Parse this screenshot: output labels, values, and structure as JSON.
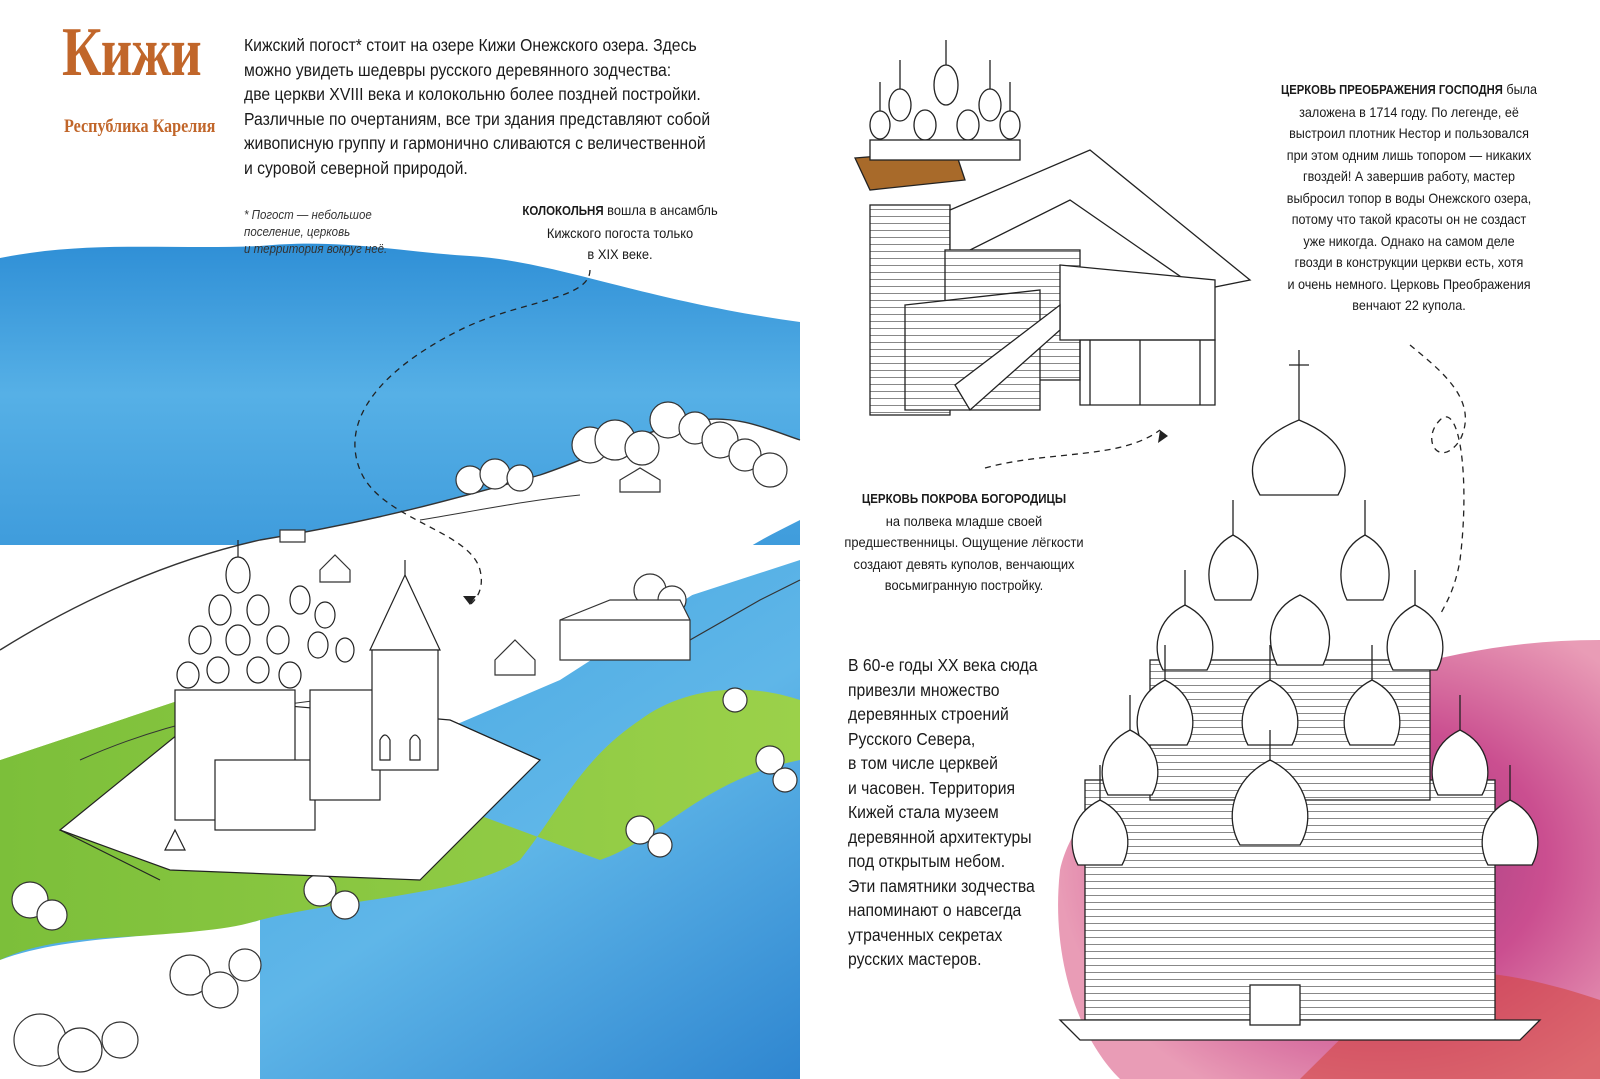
{
  "header": {
    "title": "Кижи",
    "subtitle": "Республика Карелия"
  },
  "intro": {
    "lines": [
      "Кижский погост* стоит на озере Кижи Онежского озера. Здесь",
      "можно увидеть шедевры русского деревянного зодчества:",
      "две церкви XVIII века и колокольню более поздней постройки.",
      "Различные по очертаниям, все три здания представляют собой",
      "живописную группу и гармонично сливаются с величественной",
      "и суровой северной природой."
    ]
  },
  "footnote": {
    "lines": [
      "* Погост — небольшое",
      "поселение, церковь",
      "и территория вокруг неё."
    ]
  },
  "bell_tower": {
    "heading": "КОЛОКОЛЬНЯ",
    "line1_rest": " вошла в ансамбль",
    "lines": [
      "Кижского погоста только",
      "в XIX веке."
    ]
  },
  "transfiguration": {
    "heading": "ЦЕРКОВЬ ПРЕОБРАЖЕНИЯ ГОСПОДНЯ",
    "line1_rest": " была",
    "lines": [
      "заложена в 1714 году. По легенде, её",
      "выстроил плотник Нестор и пользовался",
      "при этом одним лишь топором — никаких",
      "гвоздей! А завершив работу, мастер",
      "выбросил топор в воды Онежского озера,",
      "потому что такой красоты он не создаст",
      "уже никогда. Однако на самом деле",
      "гвозди в конструкции церкви есть, хотя",
      "и очень немного. Церковь Преображения",
      "венчают 22 купола."
    ]
  },
  "intercession": {
    "heading": "ЦЕРКОВЬ ПОКРОВА БОГОРОДИЦЫ",
    "lines": [
      "на полвека младше своей",
      "предшественницы. Ощущение лёгкости",
      "создают девять куполов, венчающих",
      "восьмигранную постройку."
    ]
  },
  "museum": {
    "lines": [
      "В 60-е годы XX века сюда",
      "привезли множество",
      "деревянных строений",
      "Русского Севера,",
      "в том числе церквей",
      "и часовен. Территория",
      "Кижей стала музеем",
      "деревянной архитектуры",
      "под открытым небом.",
      "Эти памятники зодчества",
      "напоминают о навсегда",
      "утраченных секретах",
      "русских мастеров."
    ]
  },
  "colors": {
    "accent": "#c1662a",
    "water": "#3aa0dc",
    "grass": "#8cc63e",
    "magenta": "#b5267a"
  }
}
